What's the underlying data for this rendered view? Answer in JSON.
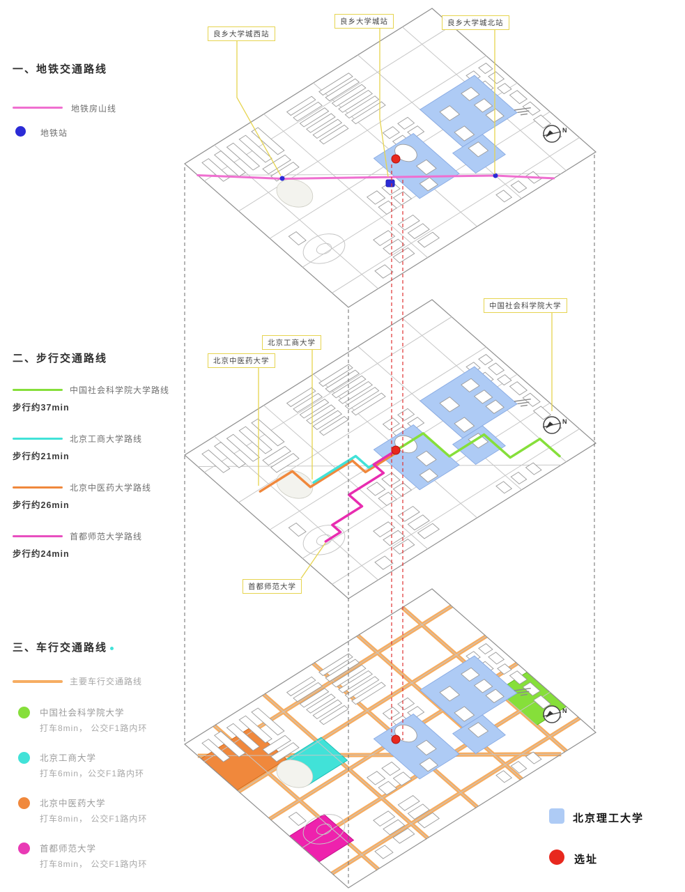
{
  "colors": {
    "metro_line": "#ef6fd0",
    "metro_station": "#2b2bd6",
    "route_green": "#86df3a",
    "route_cyan": "#41e2d8",
    "route_orange": "#f0883c",
    "route_magenta": "#e82cb0",
    "road_orange": "#f6ad62",
    "campus_blue": "#aecbf5",
    "site_red": "#e8281e",
    "callout_yellow": "#e6d44f"
  },
  "sections": {
    "metro": {
      "title": "一、地铁交通路线",
      "legend": [
        {
          "label": "地铁房山线"
        },
        {
          "label": "地铁站"
        }
      ]
    },
    "walking": {
      "title": "二、步行交通路线",
      "legend": [
        {
          "label": "中国社会科学院大学路线",
          "sub": "步行约37min"
        },
        {
          "label": "北京工商大学路线",
          "sub": "步行约21min"
        },
        {
          "label": "北京中医药大学路线",
          "sub": "步行约26min"
        },
        {
          "label": "首都师范大学路线",
          "sub": "步行约24min"
        }
      ]
    },
    "driving": {
      "title": "三、车行交通路线",
      "legend_road": {
        "label": "主要车行交通路线"
      },
      "legend": [
        {
          "label": "中国社会科学院大学",
          "sub": "打车8min，  公交F1路内环"
        },
        {
          "label": "北京工商大学",
          "sub": "打车6min，公交F1路内环"
        },
        {
          "label": "北京中医药大学",
          "sub": "打车8min，  公交F1路内环"
        },
        {
          "label": "首都师范大学",
          "sub": "打车8min，  公交F1路内环"
        }
      ]
    }
  },
  "callouts": {
    "station_west": "良乡大学城西站",
    "station_main": "良乡大学城站",
    "station_north": "良乡大学城北站",
    "univ_cass": "中国社会科学院大学",
    "univ_btbu": "北京工商大学",
    "univ_bucm": "北京中医药大学",
    "univ_cnu": "首都师范大学"
  },
  "site_legend": {
    "campus": "北京理工大学",
    "site": "选址"
  },
  "compass": {
    "north": "N"
  }
}
